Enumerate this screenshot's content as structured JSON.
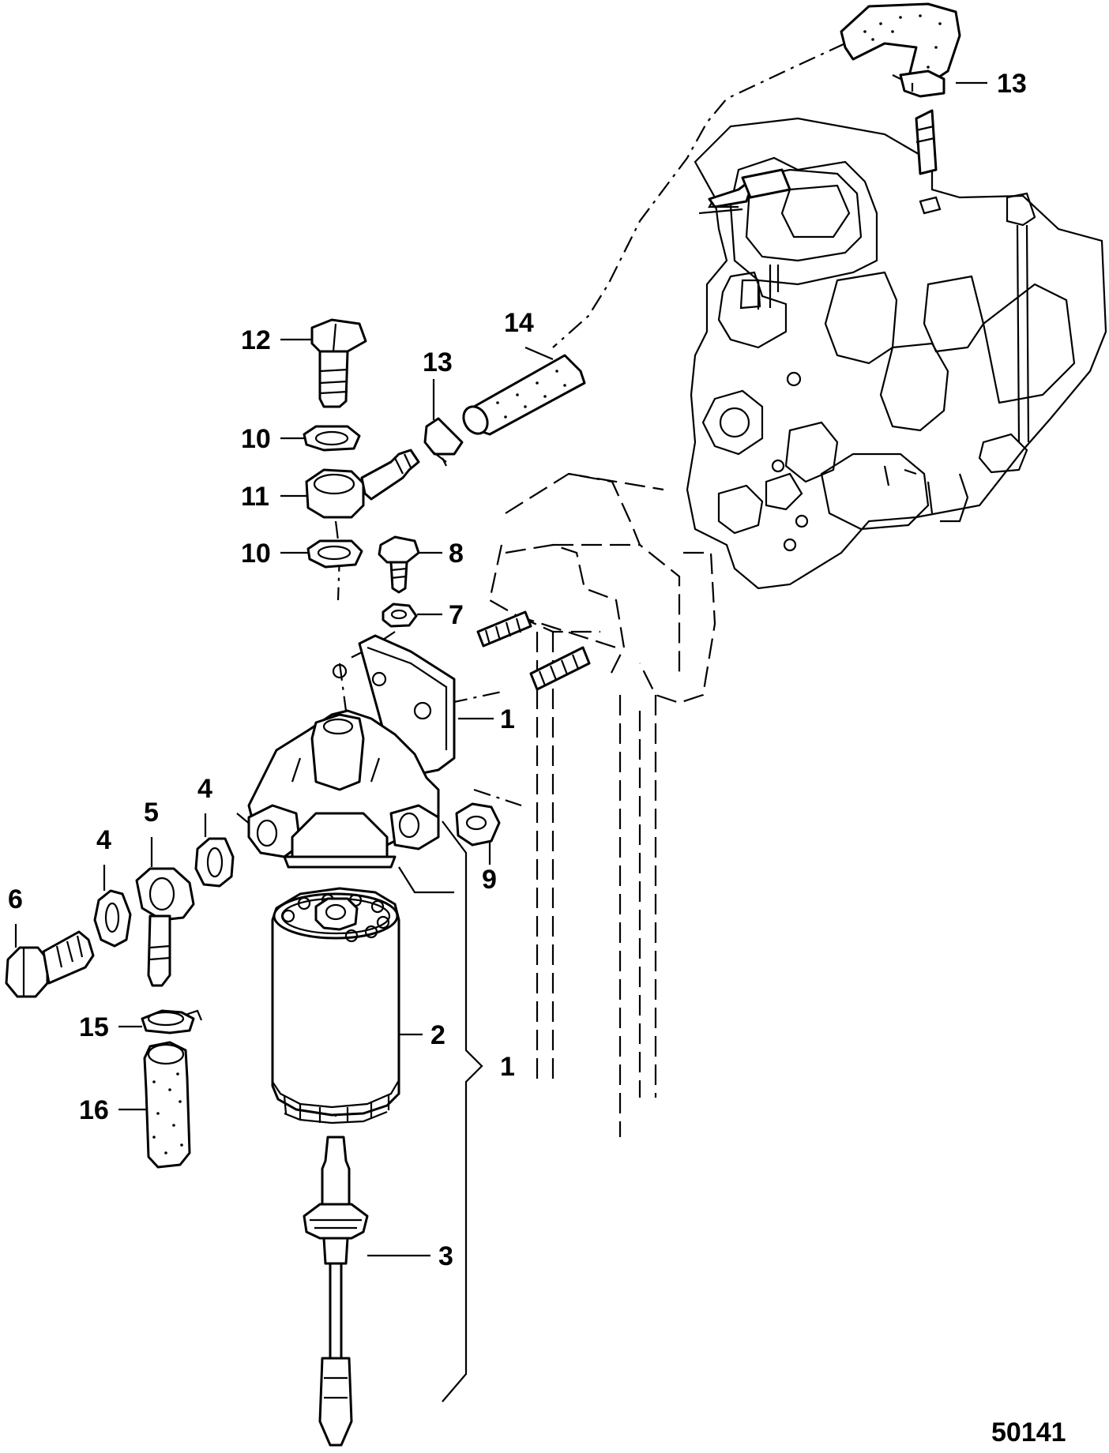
{
  "figure_number": "50141",
  "callouts": [
    {
      "id": "c-13-top",
      "text": "13"
    },
    {
      "id": "c-14",
      "text": "14"
    },
    {
      "id": "c-12",
      "text": "12"
    },
    {
      "id": "c-13-mid",
      "text": "13"
    },
    {
      "id": "c-10-top",
      "text": "10"
    },
    {
      "id": "c-11",
      "text": "11"
    },
    {
      "id": "c-10-bot",
      "text": "10"
    },
    {
      "id": "c-8",
      "text": "8"
    },
    {
      "id": "c-7",
      "text": "7"
    },
    {
      "id": "c-1-top",
      "text": "1"
    },
    {
      "id": "c-4-right",
      "text": "4"
    },
    {
      "id": "c-5",
      "text": "5"
    },
    {
      "id": "c-4-left",
      "text": "4"
    },
    {
      "id": "c-6",
      "text": "6"
    },
    {
      "id": "c-9",
      "text": "9"
    },
    {
      "id": "c-15",
      "text": "15"
    },
    {
      "id": "c-2",
      "text": "2"
    },
    {
      "id": "c-1-brace",
      "text": "1"
    },
    {
      "id": "c-16",
      "text": "16"
    },
    {
      "id": "c-3",
      "text": "3"
    }
  ]
}
